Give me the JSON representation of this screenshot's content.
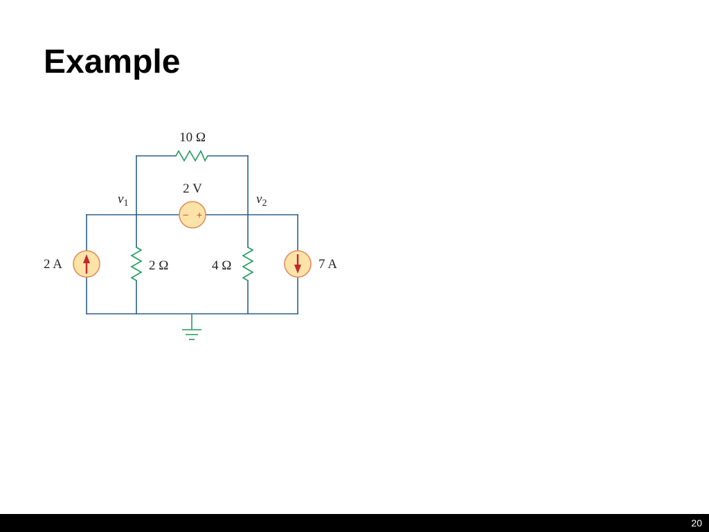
{
  "slide": {
    "title": "Example",
    "page_number": "20"
  },
  "circuit": {
    "labels": {
      "r_top": "10 Ω",
      "vsource": "2 V",
      "node1": "v",
      "node1_sub": "1",
      "node2": "v",
      "node2_sub": "2",
      "isource_left": "2 A",
      "r_left": "2 Ω",
      "r_right": "4 Ω",
      "isource_right": "7 A",
      "vsource_minus": "−",
      "vsource_plus": "+"
    },
    "colors": {
      "wire": "#2b5f8a",
      "resistor": "#1e9a5a",
      "source_fill": "#fde3a7",
      "source_stroke": "#e08a5c",
      "arrow": "#c0282d",
      "ground": "#1e9a5a",
      "footer": "#000000"
    },
    "components": [
      {
        "type": "resistor",
        "name": "10 Ω",
        "between": [
          "v1",
          "v2"
        ]
      },
      {
        "type": "voltage-source",
        "name": "2 V",
        "between": [
          "v1",
          "v2"
        ],
        "polarity": "minus-left-plus-right"
      },
      {
        "type": "current-source",
        "name": "2 A",
        "direction": "up",
        "icon": "arrow-up-icon"
      },
      {
        "type": "resistor",
        "name": "2 Ω",
        "between": [
          "v1",
          "ground"
        ]
      },
      {
        "type": "resistor",
        "name": "4 Ω",
        "between": [
          "v2",
          "ground"
        ]
      },
      {
        "type": "current-source",
        "name": "7 A",
        "direction": "down",
        "icon": "arrow-down-icon"
      },
      {
        "type": "ground",
        "icon": "ground-icon"
      }
    ]
  }
}
